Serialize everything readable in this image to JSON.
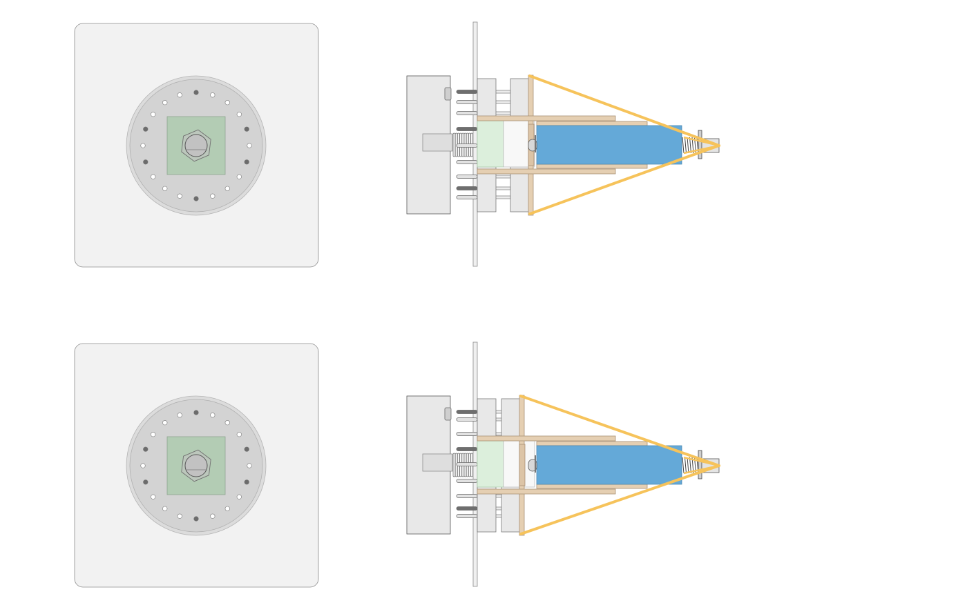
{
  "diagram": {
    "assemblies": [
      {
        "id": "upper",
        "variant": "spread"
      },
      {
        "id": "lower",
        "variant": "compact"
      }
    ],
    "front_view": {
      "ring_holes": 20,
      "dark_hole_positions": [
        0,
        4,
        6,
        10,
        14,
        16
      ],
      "nut_shape": "hexagon"
    },
    "colors": {
      "panel_fill": "#f2f2f2",
      "panel_stroke": "#8c8c8c",
      "ring_outer": "#dcdcdc",
      "ring_inner": "#d3d3d3",
      "square_pad": "#b3ccb4",
      "outline": "#555555",
      "tube_blue": "#64a9d8",
      "strut_tan": "#e5cfb2",
      "strut_stroke": "#a88f74",
      "wire_orange": "#f6c35b",
      "pin_dark": "#6e6e6e",
      "pin_light": "#bdbdbd",
      "spacer_green": "#dcefdc",
      "block_grey": "#e8e8e8"
    }
  }
}
